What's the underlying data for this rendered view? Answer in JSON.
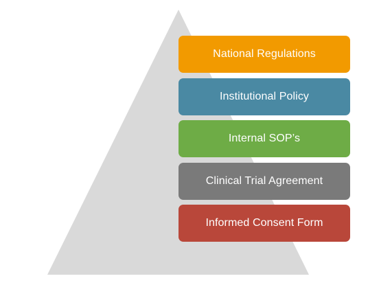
{
  "pyramid": {
    "fill": "#d9d9d9"
  },
  "layers": [
    {
      "label": "National Regulations",
      "color": "#f29a00"
    },
    {
      "label": "Institutional Policy",
      "color": "#4a89a3"
    },
    {
      "label": "Internal SOP’s",
      "color": "#6eac46"
    },
    {
      "label": "Clinical Trial Agreement",
      "color": "#7a7a7a"
    },
    {
      "label": "Informed Consent Form",
      "color": "#b9473a"
    }
  ]
}
